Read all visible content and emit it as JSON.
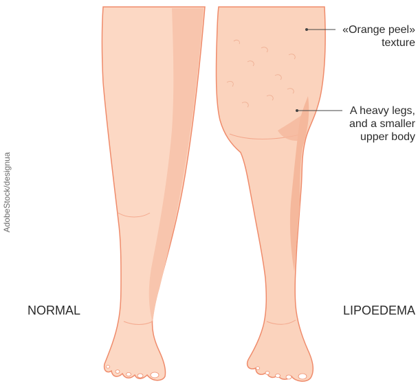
{
  "credit": "AdobeStock/designua",
  "labels": {
    "normal": "NORMAL",
    "lipoedema": "LIPOEDEMA"
  },
  "annotations": [
    {
      "lines": [
        "«Orange peel»",
        "texture"
      ]
    },
    {
      "lines": [
        "A heavy legs,",
        "and a smaller",
        "upper body"
      ]
    }
  ],
  "colors": {
    "skin_normal": "#fcd8c4",
    "skin_normal_shade": "#f8c5ad",
    "skin_lipo": "#fbd3bd",
    "skin_lipo_shade": "#f5b89c",
    "outline": "#ef8b6b",
    "text": "#2a2a2a"
  }
}
